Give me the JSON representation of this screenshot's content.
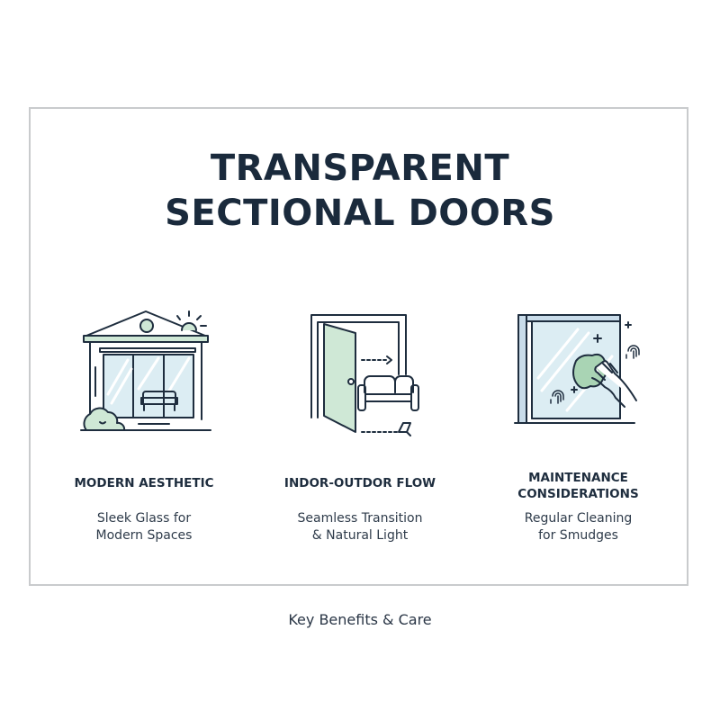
{
  "title": {
    "line1": "TRANSPARENT",
    "line2": "SECTIONAL DOORS"
  },
  "features": [
    {
      "icon": "house-glass-door-icon",
      "heading": "MODERN AESTHETIC",
      "sub_line1": "Sleek Glass for",
      "sub_line2": "Modern Spaces"
    },
    {
      "icon": "open-door-sofa-icon",
      "heading": "INDOR-OUTDOR FLOW",
      "sub_line1": "Seamless Transition",
      "sub_line2": "& Natural Light"
    },
    {
      "icon": "window-cleaning-icon",
      "heading_line1": "MAINTENANCE",
      "heading_line2": "CONSIDERATIONS",
      "sub_line1": "Regular Cleaning",
      "sub_line2": "for Smudges"
    }
  ],
  "caption": "Key Benefits & Care",
  "colors": {
    "ink": "#1e2d3e",
    "accent_green": "#cfe8d6",
    "glass_blue": "#dcedf3",
    "frame_border": "#c9cbcd"
  }
}
